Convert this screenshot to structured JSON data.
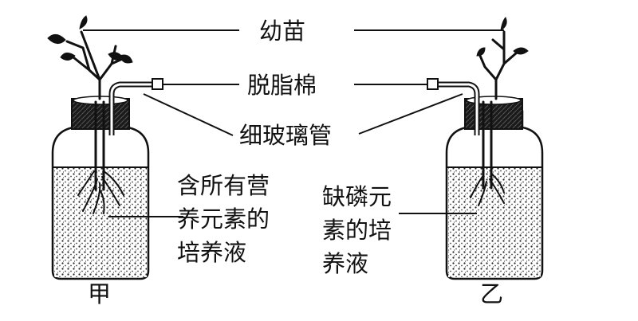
{
  "labels": {
    "seedling": "幼苗",
    "cotton": "脱脂棉",
    "tube": "细玻璃管",
    "complete_solution": [
      "含所有营",
      "养元素的",
      "培养液"
    ],
    "deficient_solution": [
      "缺磷元",
      "素的培",
      "养液"
    ],
    "bottle_a": "甲",
    "bottle_b": "乙"
  },
  "colors": {
    "ink": "#111111",
    "cork": "#1a1a1a",
    "background": "#ffffff"
  }
}
